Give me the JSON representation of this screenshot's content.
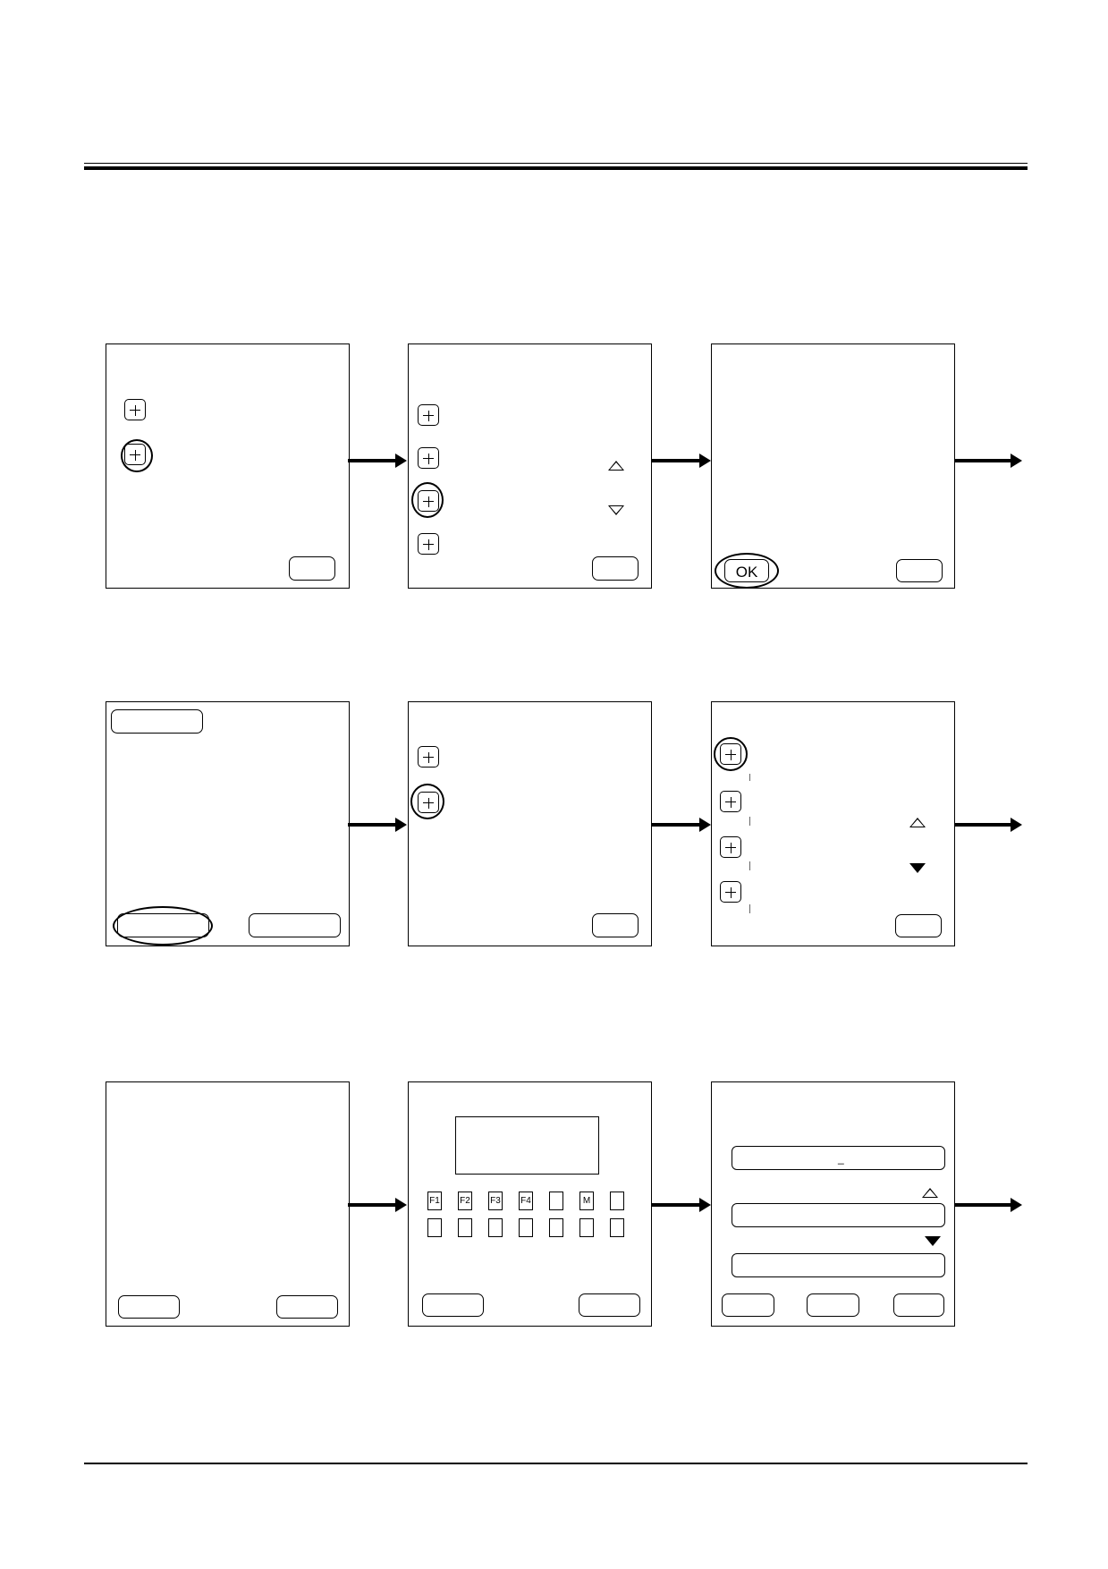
{
  "ok_button_label": "OK",
  "function_keys": [
    "F1",
    "F2",
    "F3",
    "F4",
    "",
    "M",
    ""
  ],
  "text_cursor": "_"
}
